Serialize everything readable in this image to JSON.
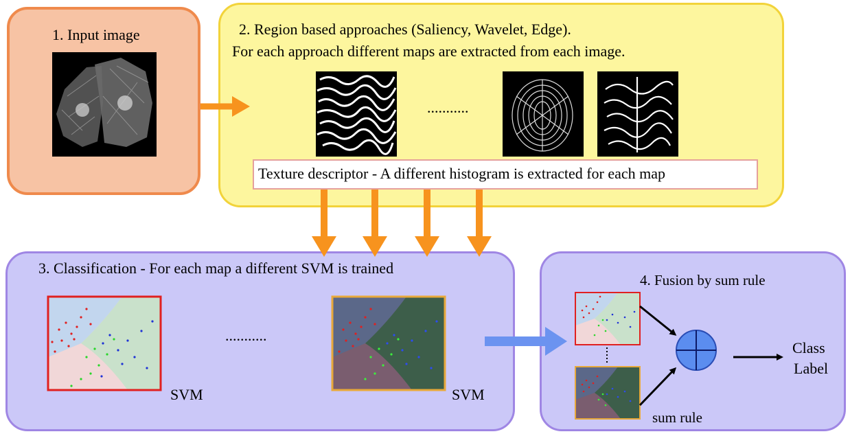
{
  "input": {
    "title": "1. Input image"
  },
  "region": {
    "title": "2. Region based approaches (Saliency, Wavelet, Edge).",
    "subtitle": "For each approach different maps are extracted from each image.",
    "ellipsis": "...........",
    "texture_label": "Texture descriptor - A different histogram is extracted for each map"
  },
  "classification": {
    "title": "3. Classification - For each map a different SVM is trained",
    "ellipsis": "...........",
    "svm_left": "SVM",
    "svm_right": "SVM"
  },
  "fusion": {
    "title": "4. Fusion by sum rule",
    "output_line1": "Class",
    "output_line2": "Label",
    "sum_rule": "sum rule"
  },
  "colors": {
    "input_fill": "#f7c3a4",
    "input_border": "#ef8a4c",
    "region_fill": "#fdf69e",
    "region_border": "#f2d33a",
    "class_fill": "#cbc8f8",
    "class_border": "#9f86e4",
    "arrow_orange": "#f7931e",
    "arrow_blue": "#6b93f0",
    "fusion_node": "#5b8def"
  },
  "icons": [
    "cell-image",
    "saliency-map",
    "wavelet-map",
    "edge-map",
    "svm-plot",
    "sum-node-icon"
  ]
}
